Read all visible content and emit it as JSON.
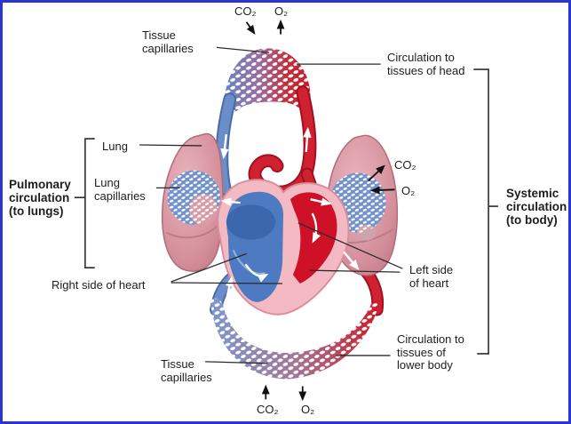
{
  "figure": {
    "type": "biology-diagram",
    "subject": "Pulmonary and systemic circulation of the human cardiovascular system"
  },
  "colors": {
    "border_blue": "#2a35cf",
    "vein_blue": "#6b8ec9",
    "vein_blue_light": "#a5bde4",
    "artery_red": "#cf2130",
    "artery_red_light": "#ef6f6f",
    "heart_blue": "#4d7ac0",
    "heart_blue_dark": "#3c67ad",
    "heart_red": "#ce1126",
    "heart_pink": "#f3bac3",
    "lung_pink": "#d4909b",
    "capillary_patch_blue": "#7292cb",
    "label_text": "#1d1d1d",
    "pointer_line": "#2b2b2b"
  },
  "labels": {
    "top_co2": "CO₂",
    "top_o2": "O₂",
    "tissue_capillaries_top": "Tissue\ncapillaries",
    "circulation_head": "Circulation to\ntissues of head",
    "lung": "Lung",
    "lung_capillaries": "Lung\ncapillaries",
    "pulmonary_circulation": "Pulmonary\ncirculation\n(to lungs)",
    "right_side_heart": "Right side of heart",
    "left_side_heart": "Left side\nof heart",
    "lung_co2": "CO₂",
    "lung_o2": "O₂",
    "systemic_circulation": "Systemic\ncirculation\n(to body)",
    "circulation_lower": "Circulation to\ntissues of\nlower body",
    "tissue_capillaries_bottom": "Tissue\ncapillaries",
    "bottom_co2": "CO₂",
    "bottom_o2": "O₂"
  }
}
